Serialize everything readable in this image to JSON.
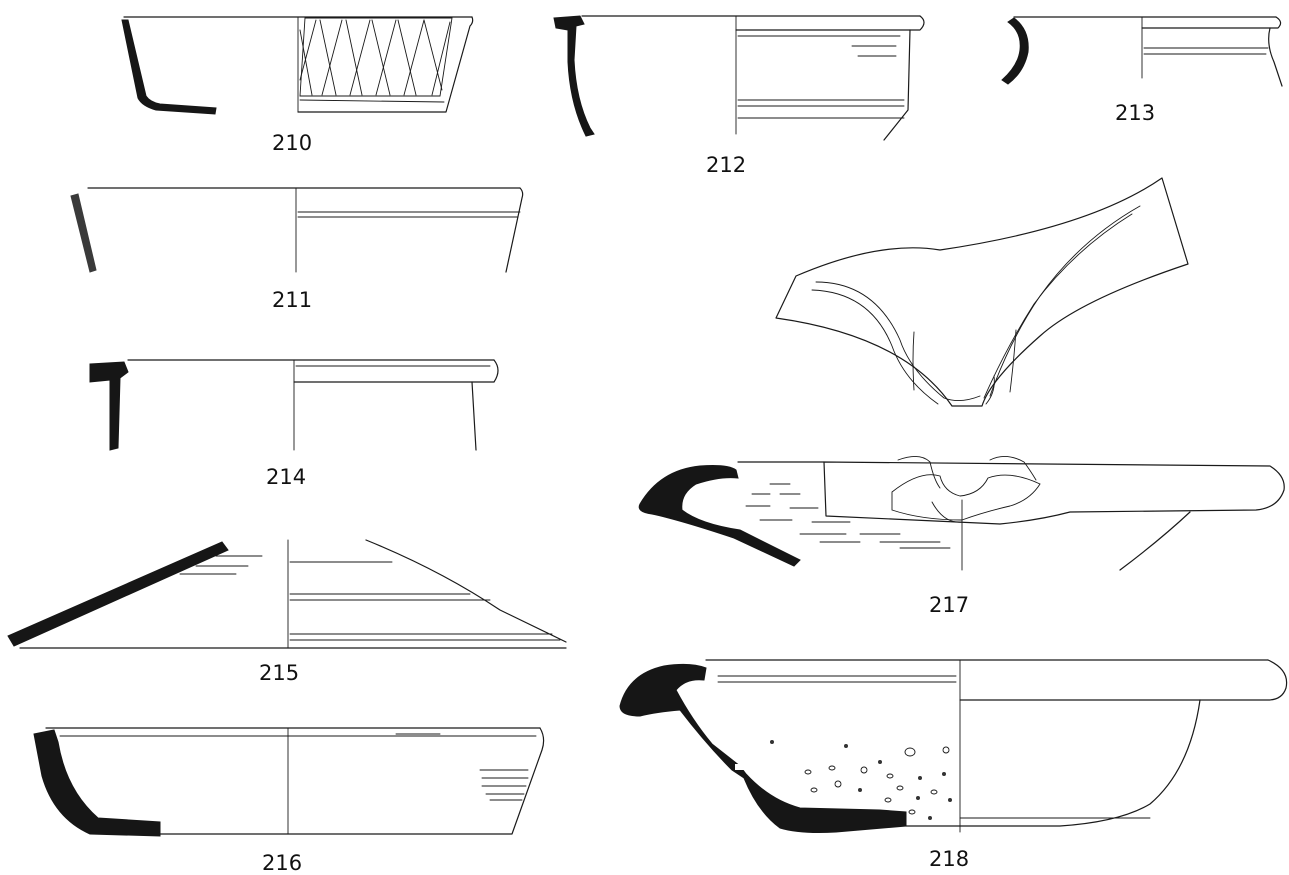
{
  "labels": {
    "f210": "210",
    "f211": "211",
    "f212": "212",
    "f213": "213",
    "f214": "214",
    "f215": "215",
    "f216": "216",
    "f217": "217",
    "f218": "218"
  },
  "colors": {
    "ink": "#1a1a1a",
    "paper": "#ffffff"
  }
}
